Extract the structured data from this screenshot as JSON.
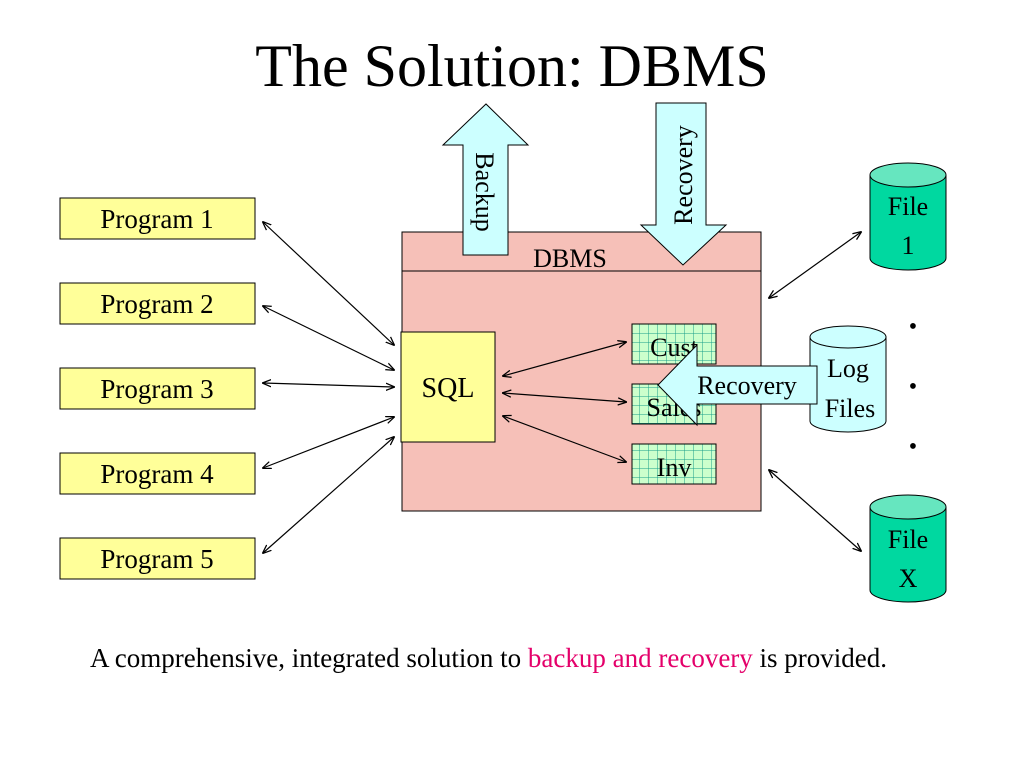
{
  "title": "The Solution:  DBMS",
  "programs": [
    "Program 1",
    "Program 2",
    "Program 3",
    "Program 4",
    "Program 5"
  ],
  "dbms_label": "DBMS",
  "sql_label": "SQL",
  "tables": [
    "Cust",
    "Sales",
    "Inv"
  ],
  "backup_arrow_label": "Backup",
  "recovery_arrow_label": "Recovery",
  "log_recovery_label": "Recovery",
  "file_1": [
    "File",
    "1"
  ],
  "log_files": [
    "Log",
    "Files"
  ],
  "file_x": [
    "File",
    "X"
  ],
  "ellipsis": [
    "•",
    "•",
    "•"
  ],
  "caption": {
    "before": "A comprehensive, integrated solution to ",
    "highlight": "backup and recovery",
    "after": " is provided."
  },
  "colors": {
    "program_fill": "#ffff99",
    "dbms_fill": "#f6c0b8",
    "sql_fill": "#ffff99",
    "table_fill": "#ccffcc",
    "table_grid": "#1a9f8a",
    "arrow_fill": "#ccffff",
    "file_fill": "#00d8a0",
    "file_top": "#66e6bf",
    "log_fill": "#ccffff",
    "highlight": "#e4006a"
  }
}
